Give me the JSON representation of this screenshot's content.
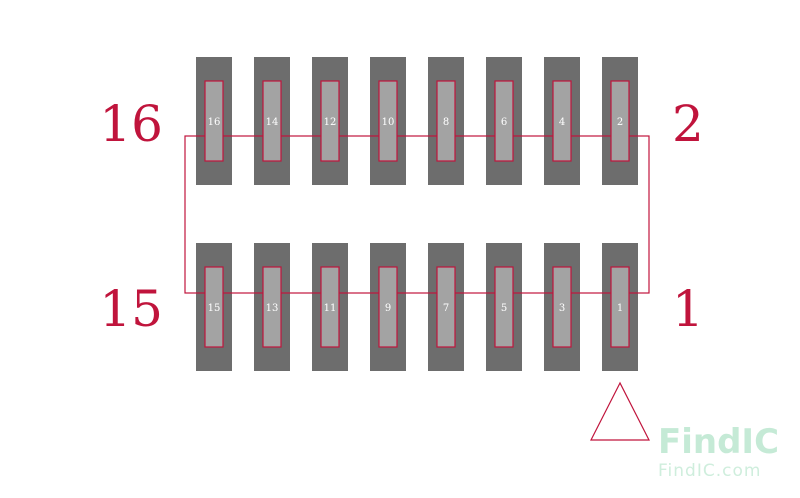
{
  "footprint": {
    "top_row_pins": [
      "16",
      "14",
      "12",
      "10",
      "8",
      "6",
      "4",
      "2"
    ],
    "bottom_row_pins": [
      "15",
      "13",
      "11",
      "9",
      "7",
      "5",
      "3",
      "1"
    ],
    "corner_labels": {
      "top_left": "16",
      "top_right": "2",
      "bottom_left": "15",
      "bottom_right": "1"
    },
    "colors": {
      "pad": "#6d6d6d",
      "pin_fill": "#a3a3a3",
      "outline": "#c0143c",
      "pin_text": "#ffffff"
    }
  },
  "watermark": {
    "brand": "FindIC",
    "url": "FindIC.com"
  }
}
